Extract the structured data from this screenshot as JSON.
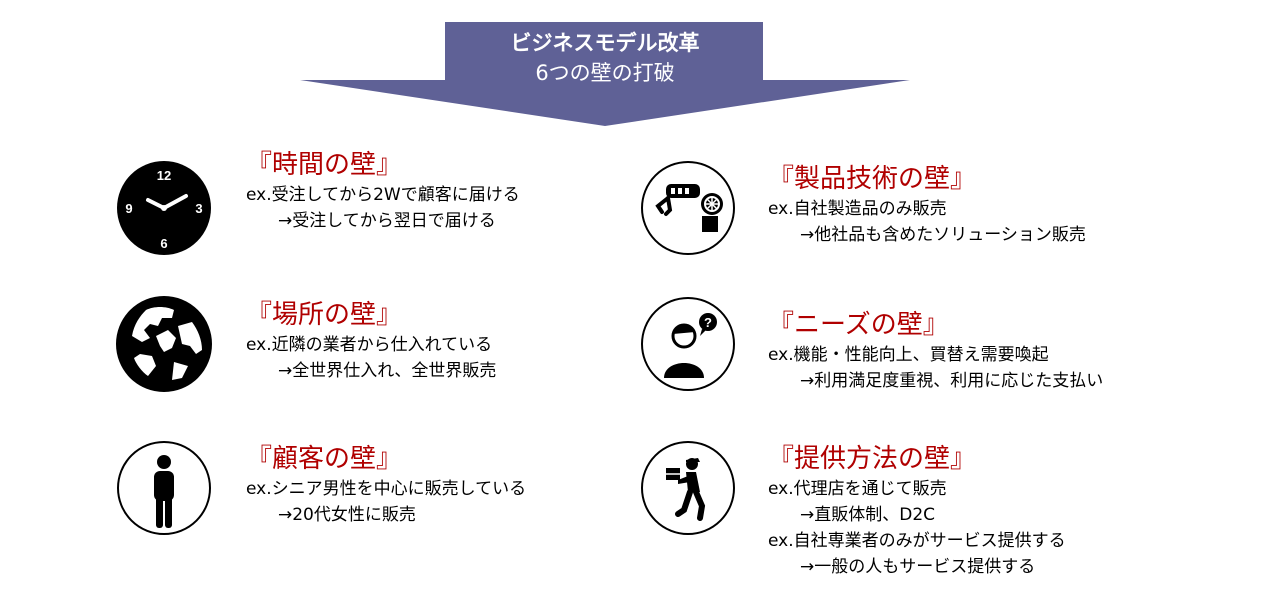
{
  "banner": {
    "line1": "ビジネスモデル改革",
    "line2": "6つの壁の打破",
    "color": "#5f6196"
  },
  "walls": [
    {
      "title": "『時間の壁』",
      "icon": "clock-icon",
      "clock_numbers": [
        "12",
        "3",
        "6",
        "9"
      ],
      "lines": [
        "ex.受注してから2Wで顧客に届ける",
        "→受注してから翌日で届ける"
      ]
    },
    {
      "title": "『場所の壁』",
      "icon": "globe-icon",
      "lines": [
        "ex.近隣の業者から仕入れている",
        "→全世界仕入れ、全世界販売"
      ]
    },
    {
      "title": "『顧客の壁』",
      "icon": "person-icon",
      "lines": [
        "ex.シニア男性を中心に販売している",
        "→20代女性に販売"
      ]
    },
    {
      "title": "『製品技術の壁』",
      "icon": "robot-arm-icon",
      "lines": [
        "ex.自社製造品のみ販売",
        "→他社品も含めたソリューション販売"
      ]
    },
    {
      "title": "『ニーズの壁』",
      "icon": "person-question-icon",
      "lines": [
        "ex.機能・性能向上、買替え需要喚起",
        "→利用満足度重視、利用に応じた支払い"
      ]
    },
    {
      "title": "『提供方法の壁』",
      "icon": "delivery-person-icon",
      "lines": [
        "ex.代理店を通じて販売",
        "→直販体制、D2C",
        "ex.自社専業者のみがサービス提供する",
        "→一般の人もサービス提供する"
      ]
    }
  ]
}
